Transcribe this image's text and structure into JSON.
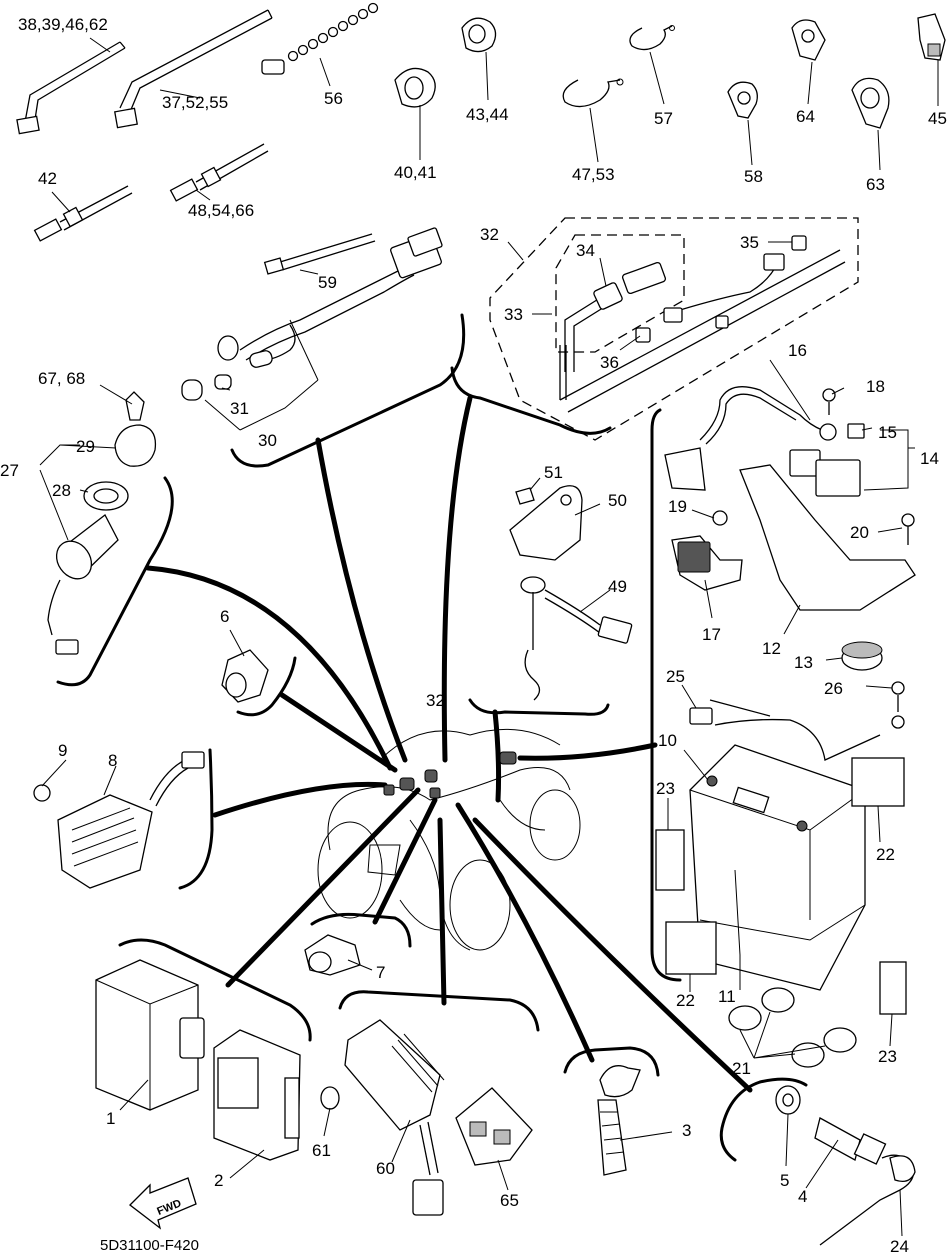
{
  "drawing_code": "5D31100-F420",
  "fwd_label": "FWD",
  "labels": {
    "p38_39_46_62": "38,39,46,62",
    "p37_52_55": "37,52,55",
    "p56": "56",
    "p43_44": "43,44",
    "p40_41": "40,41",
    "p47_53": "47,53",
    "p57": "57",
    "p58": "58",
    "p64": "64",
    "p63": "63",
    "p45": "45",
    "p42": "42",
    "p48_54_66": "48,54,66",
    "p59": "59",
    "p32_top": "32",
    "p34": "34",
    "p35": "35",
    "p33": "33",
    "p36": "36",
    "p67_68": "67, 68",
    "p29": "29",
    "p27": "27",
    "p28": "28",
    "p31": "31",
    "p30": "30",
    "p16": "16",
    "p18": "18",
    "p15": "15",
    "p14": "14",
    "p51": "51",
    "p50": "50",
    "p19": "19",
    "p20": "20",
    "p49": "49",
    "p17": "17",
    "p12": "12",
    "p13": "13",
    "p6": "6",
    "p32_mid": "32",
    "p25": "25",
    "p26": "26",
    "p10": "10",
    "p9": "9",
    "p8": "8",
    "p23_left": "23",
    "p22_right": "22",
    "p22_bottom": "22",
    "p11": "11",
    "p7": "7",
    "p21": "21",
    "p23_right": "23",
    "p1": "1",
    "p3": "3",
    "p61": "61",
    "p2": "2",
    "p60": "60",
    "p5": "5",
    "p4": "4",
    "p65": "65",
    "p24": "24"
  }
}
